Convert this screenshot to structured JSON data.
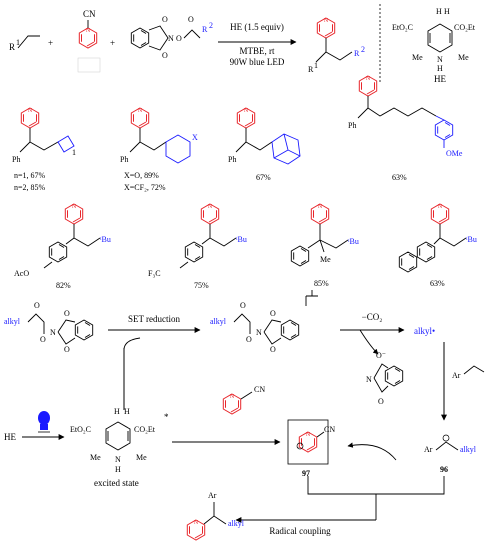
{
  "colors": {
    "pyridine": "#e8262b",
    "alkyl": "#1a1aff",
    "line": "#000000"
  },
  "top": {
    "r1": "R",
    "r1_sup": "1",
    "plus": "+",
    "cn": "CN",
    "r2": "R",
    "r2_sup": "2",
    "conditions": [
      "HE (1.5 equiv)",
      "MTBE, rt",
      "90W blue LED"
    ],
    "he": {
      "left_ester": "EtO₂C",
      "right_ester": "CO₂Et",
      "h": "H",
      "me": "Me",
      "n": "N",
      "label": "HE"
    }
  },
  "products": [
    {
      "id": "p1",
      "ph": "Ph",
      "sub": "1",
      "labels": [
        "n=1, 67%",
        "n=2, 85%"
      ]
    },
    {
      "id": "p2",
      "ph": "Ph",
      "x": "X",
      "labels": [
        "X=O, 89%",
        "X=CF₂, 72%"
      ]
    },
    {
      "id": "p3",
      "ph": "Ph",
      "labels": [
        "67%"
      ]
    },
    {
      "id": "p4",
      "ph": "Ph",
      "ome": "OMe",
      "labels": [
        "63%"
      ]
    },
    {
      "id": "p5",
      "sub": "AcO",
      "tbu": "ᵗBu",
      "labels": [
        "82%"
      ]
    },
    {
      "id": "p6",
      "sub": "F₃C",
      "tbu": "ᵗBu",
      "labels": [
        "75%"
      ]
    },
    {
      "id": "p7",
      "me": "Me",
      "tbu": "ᵗBu",
      "labels": [
        "85%"
      ]
    },
    {
      "id": "p8",
      "tbu": "ᵗBu",
      "labels": [
        "63%"
      ]
    }
  ],
  "mechanism": {
    "alkyl": "alkyl",
    "set_reduction": "SET reduction",
    "co2_loss": "−CO₂",
    "alkyl_radical": "alkyl•",
    "ar": "Ar",
    "he_label": "HE",
    "excited_state": "excited state",
    "asterisk": "*",
    "cn": "CN",
    "n": "N",
    "o_minus": "O⁻",
    "num_97": "97",
    "num_96": "96",
    "radical_coupling": "Radical coupling",
    "final_ar": "Ar",
    "final_alkyl": "alkyl"
  }
}
